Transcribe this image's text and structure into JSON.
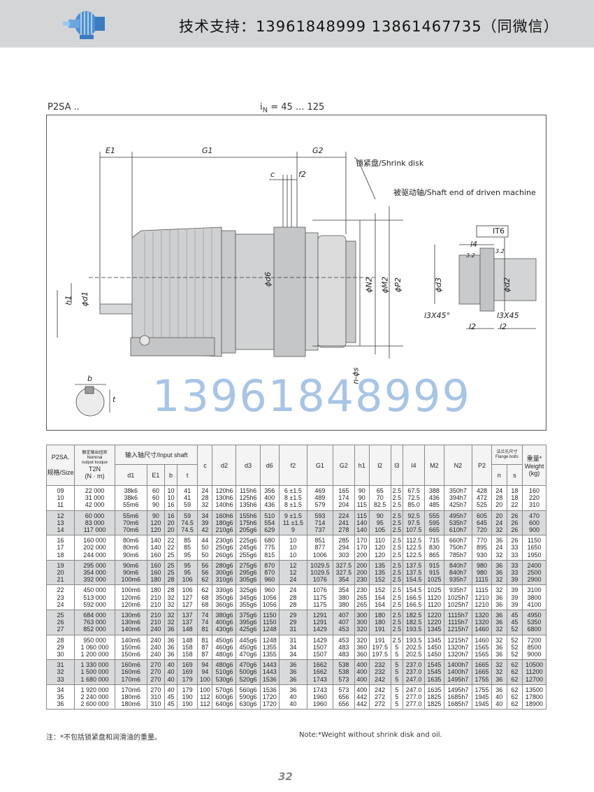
{
  "header": {
    "support_text": "技术支持：13961848999   13861467735（同微信）",
    "logo_icon": "gear-motor-icon"
  },
  "model": "P2SA ..",
  "ratio": "i",
  "ratio_sub": "N",
  "ratio_value": " = 45 ... 125",
  "watermark": "13961848999",
  "drawing": {
    "E1": "E1",
    "G1": "G1",
    "G2": "G2",
    "c": "c",
    "f2": "f2",
    "shrink_disk": "锁紧盘/Shrink disk",
    "shaft_end": "被驱动轴/Shaft end of driven machine",
    "IT6": "IT6",
    "l4": "l4",
    "rough1": "3.2",
    "rough2": "3.2",
    "d6": "ϕd6",
    "N2": "ϕN2",
    "M2": "ϕM2",
    "P2": "ϕP2",
    "d3": "ϕd3",
    "d2": "ϕd2",
    "h1": "h1",
    "d1": "ϕd1",
    "ns": "n-ϕs",
    "l3x45a": "l3X45°",
    "l3x45b": "l3X45",
    "l2a": "l2",
    "l2b": "l2",
    "b": "b",
    "t": "t"
  },
  "table": {
    "head": {
      "size_label": "P2SA.\n\n规格/Size",
      "torque_cn": "额定输出扭矩",
      "torque_en": "Nominal\noutput touque",
      "torque_sym": "T2N",
      "torque_unit": "(N · m)",
      "input_shaft": "输入轴尺寸/Input shaft",
      "d1": "d1",
      "E1": "E1",
      "b": "b",
      "t": "t",
      "c": "c",
      "d2": "d2",
      "d3": "d3",
      "d6": "d6",
      "f2": "f2",
      "G1": "G1",
      "G2": "G2",
      "h1": "h1",
      "l2": "l2",
      "l3": "l3",
      "l4": "l4",
      "M2": "M2",
      "N2": "N2",
      "P2": "P2",
      "flange": "法兰孔尺寸\nFlange bolts",
      "n": "n",
      "s": "s",
      "weight": "重量*\nWeight\n(kg)"
    },
    "rows": [
      {
        "size": "09\n10\n11",
        "T2N": "22 000\n31 000\n42 000",
        "d1": "38k6\n38k6\n55m6",
        "E1": "60\n60\n90",
        "b": "10\n10\n16",
        "t": "41\n41\n59",
        "c": "24\n28\n32",
        "d2": "120h6\n130h6\n140h6",
        "d3": "115h6\n125h6\n135h6",
        "d6": "356\n400\n436",
        "f2": "6 ±1.5\n8 ±1.5\n8 ±1.5",
        "G1": "469\n489\n579",
        "G2": "165\n174\n204",
        "h1": "90\n90\n115",
        "l2": "65\n70\n82.5",
        "l3": "2.5\n2.5\n2.5",
        "l4": "67.5\n72.5\n85.0",
        "M2": "388\n436\n485",
        "N2": "350h7\n394h7\n425h7",
        "P2": "428\n472\n525",
        "n": "24\n28\n20",
        "s": "18\n18\n22",
        "w": "160\n220\n310"
      },
      {
        "size": "12\n13\n14",
        "T2N": "60 000\n83 000\n117 000",
        "d1": "55m6\n70m6\n70m6",
        "E1": "90\n120\n120",
        "b": "16\n20\n20",
        "t": "59\n74.5\n74.5",
        "c": "34\n39\n42",
        "d2": "160h6\n180g6\n210g6",
        "d3": "155h6\n175h6\n205g6",
        "d6": "510\n554\n629",
        "f2": "9 ±1.5\n11 ±1.5\n9",
        "G1": "593\n714\n737",
        "G2": "224\n241\n278",
        "h1": "115\n140\n140",
        "l2": "90\n95\n105",
        "l3": "2.5\n2.5\n2.5",
        "l4": "92.5\n97.5\n107.5",
        "M2": "555\n595\n665",
        "N2": "495h7\n535h7\n610h7",
        "P2": "605\n645\n720",
        "n": "20\n24\n32",
        "s": "26\n26\n26",
        "w": "470\n600\n900"
      },
      {
        "size": "16\n17\n18",
        "T2N": "160 000\n202 000\n244 000",
        "d1": "80m6\n80m6\n90m6",
        "E1": "140\n140\n160",
        "b": "22\n22\n25",
        "t": "85\n85\n95",
        "c": "44\n50\n50",
        "d2": "230g6\n250g6\n260g6",
        "d3": "225g6\n245g6\n255g6",
        "d6": "680\n775\n815",
        "f2": "10\n10\n10",
        "G1": "851\n877\n1006",
        "G2": "285\n294\n303",
        "h1": "170\n170\n200",
        "l2": "110\n120\n120",
        "l3": "2.5\n2.5\n2.5",
        "l4": "112.5\n122.5\n122.5",
        "M2": "715\n830\n865",
        "N2": "660h7\n750h7\n785h7",
        "P2": "770\n895\n930",
        "n": "36\n24\n32",
        "s": "26\n33\n33",
        "w": "1150\n1650\n1950"
      },
      {
        "size": "19\n20\n21",
        "T2N": "295 000\n354 000\n392 000",
        "d1": "90m6\n90m6\n100m6",
        "E1": "160\n160\n180",
        "b": "25\n25\n28",
        "t": "95\n95\n106",
        "c": "56\n56\n62",
        "d2": "280g6\n300g6\n310g6",
        "d3": "275g6\n295g6\n305g6",
        "d6": "870\n870\n960",
        "f2": "12\n12\n24",
        "G1": "1029.5\n1029.5\n1076",
        "G2": "327.5\n327.5\n354",
        "h1": "200\n200\n230",
        "l2": "135\n135\n152",
        "l3": "2.5\n2.5\n2.5",
        "l4": "137.5\n137.5\n154.5",
        "M2": "915\n915\n1025",
        "N2": "840h7\n840h7\n935h7",
        "P2": "980\n980\n1115",
        "n": "36\n36\n32",
        "s": "33\n33\n39",
        "w": "2400\n2500\n2900"
      },
      {
        "size": "22\n23\n24",
        "T2N": "450 000\n513 000\n592 000",
        "d1": "100m6\n120m6\n120m6",
        "E1": "180\n210\n210",
        "b": "28\n32\n32",
        "t": "106\n127\n127",
        "c": "62\n68\n68",
        "d2": "330g6\n350g6\n360g6",
        "d3": "325g6\n345g6\n355g6",
        "d6": "960\n1056\n1056",
        "f2": "24\n28\n28",
        "G1": "1076\n1175\n1175",
        "G2": "354\n380\n380",
        "h1": "230\n265\n265",
        "l2": "152\n164\n164",
        "l3": "2.5\n2.5\n2.5",
        "l4": "154.5\n166.5\n166.5",
        "M2": "1025\n1120\n1120",
        "N2": "935h7\n1025h7\n1025h7",
        "P2": "1115\n1210\n1210",
        "n": "32\n36\n36",
        "s": "39\n39\n39",
        "w": "3100\n3800\n4100"
      },
      {
        "size": "25\n26\n27",
        "T2N": "684 000\n763 000\n852 000",
        "d1": "130m6\n130m6\n140m6",
        "E1": "210\n210\n240",
        "b": "32\n32\n36",
        "t": "137\n137\n148",
        "c": "74\n74\n81",
        "d2": "380g6\n400g6\n430g6",
        "d3": "375g6\n395g6\n425g6",
        "d6": "1150\n1150\n1248",
        "f2": "29\n29\n31",
        "G1": "1291\n1291\n1429",
        "G2": "407\n407\n453",
        "h1": "300\n300\n320",
        "l2": "180\n180\n191",
        "l3": "2.5\n2.5\n2.5",
        "l4": "182.5\n182.5\n193.5",
        "M2": "1220\n1220\n1345",
        "N2": "1115h7\n1115h7\n1215h7",
        "P2": "1320\n1320\n1460",
        "n": "36\n36\n32",
        "s": "45\n45\n52",
        "w": "4950\n5350\n6800"
      },
      {
        "size": "28\n29\n30",
        "T2N": "950 000\n1 060 000\n1 200 000",
        "d1": "140m6\n150m6\n150m6",
        "E1": "240\n240\n240",
        "b": "36\n36\n36",
        "t": "148\n158\n158",
        "c": "81\n87\n87",
        "d2": "450g6\n460g6\n480g6",
        "d3": "445g6\n450g6\n470g6",
        "d6": "1248\n1355\n1355",
        "f2": "31\n34\n34",
        "G1": "1429\n1507\n1507",
        "G2": "453\n483\n483",
        "h1": "320\n360\n360",
        "l2": "191\n197.5\n197.5",
        "l3": "2.5\n5\n5",
        "l4": "193.5\n202.5\n202.5",
        "M2": "1345\n1450\n1450",
        "N2": "1215h7\n1320h7\n1320h7",
        "P2": "1460\n1565\n1565",
        "n": "32\n36\n36",
        "s": "52\n52\n52",
        "w": "7200\n8500\n9000"
      },
      {
        "size": "31\n32\n33",
        "T2N": "1 330 000\n1 500 000\n1 680 000",
        "d1": "160m6\n160m6\n170m6",
        "E1": "270\n270\n270",
        "b": "40\n40\n40",
        "t": "169\n169\n179",
        "c": "94\n94\n100",
        "d2": "480g6\n510g6\n530g6",
        "d3": "470g6\n500g6\n520g6",
        "d6": "1443\n1443\n1536",
        "f2": "36\n36\n36",
        "G1": "1662\n1662\n1743",
        "G2": "538\n538\n573",
        "h1": "400\n400\n400",
        "l2": "232\n232\n242",
        "l3": "5\n5\n5",
        "l4": "237.0\n237.0\n247.0",
        "M2": "1545\n1545\n1635",
        "N2": "1400h7\n1400h7\n1495h7",
        "P2": "1665\n1665\n1755",
        "n": "32\n32\n36",
        "s": "62\n62\n62",
        "w": "10500\n11200\n12700"
      },
      {
        "size": "34\n35\n36",
        "T2N": "1 920 000\n2 240 000\n2 600 000",
        "d1": "170m6\n180m6\n180m6",
        "E1": "270\n310\n310",
        "b": "40\n45\n45",
        "t": "179\n190\n190",
        "c": "100\n112\n112",
        "d2": "570g6\n600g6\n640g6",
        "d3": "560g6\n590g6\n630g6",
        "d6": "1536\n1720\n1720",
        "f2": "36\n40\n40",
        "G1": "1743\n1960\n1960",
        "G2": "573\n656\n656",
        "h1": "400\n442\n442",
        "l2": "242\n272\n272",
        "l3": "5\n5\n5",
        "l4": "247.0\n277.0\n277.0",
        "M2": "1635\n1825\n1825",
        "N2": "1495h7\n1685h7\n1685h7",
        "P2": "1755\n1945\n1945",
        "n": "36\n40\n40",
        "s": "62\n62\n62",
        "w": "13500\n17800\n18900"
      }
    ]
  },
  "note_cn": "注：*不包括锁紧盘和润滑油的重量。",
  "note_en": "Note:*Weight without shrink disk and oil.",
  "page_number": "32"
}
